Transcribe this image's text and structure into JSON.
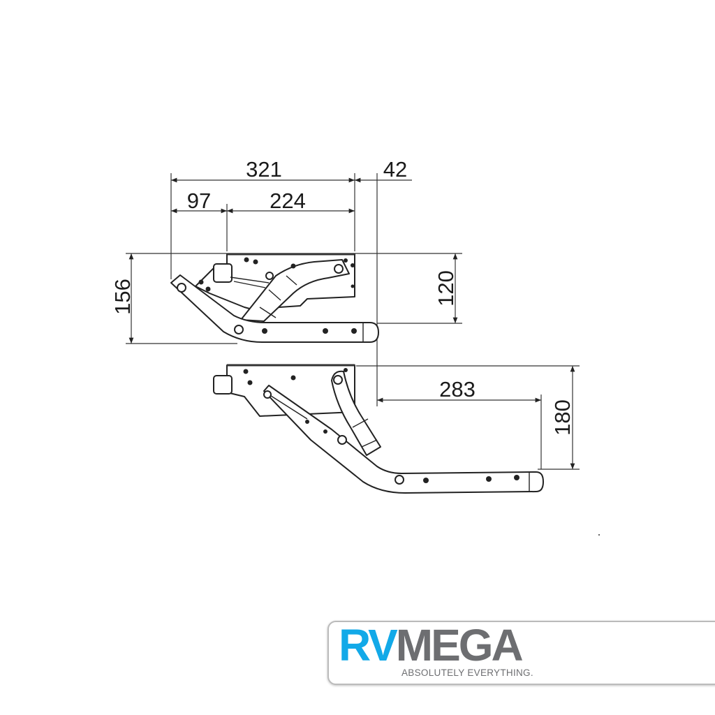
{
  "dimensions": {
    "overall_width": "321",
    "offset_right": "42",
    "left_segment": "97",
    "right_segment": "224",
    "closed_height": "156",
    "plate_height": "120",
    "extension_reach": "283",
    "open_drop": "180"
  },
  "logo": {
    "brand_part1": "RV",
    "brand_part2": "MEGA",
    "tagline": "ABSOLUTELY EVERYTHING.",
    "colors": {
      "rv": "#12a9e8",
      "mega": "#6d6e71"
    }
  }
}
